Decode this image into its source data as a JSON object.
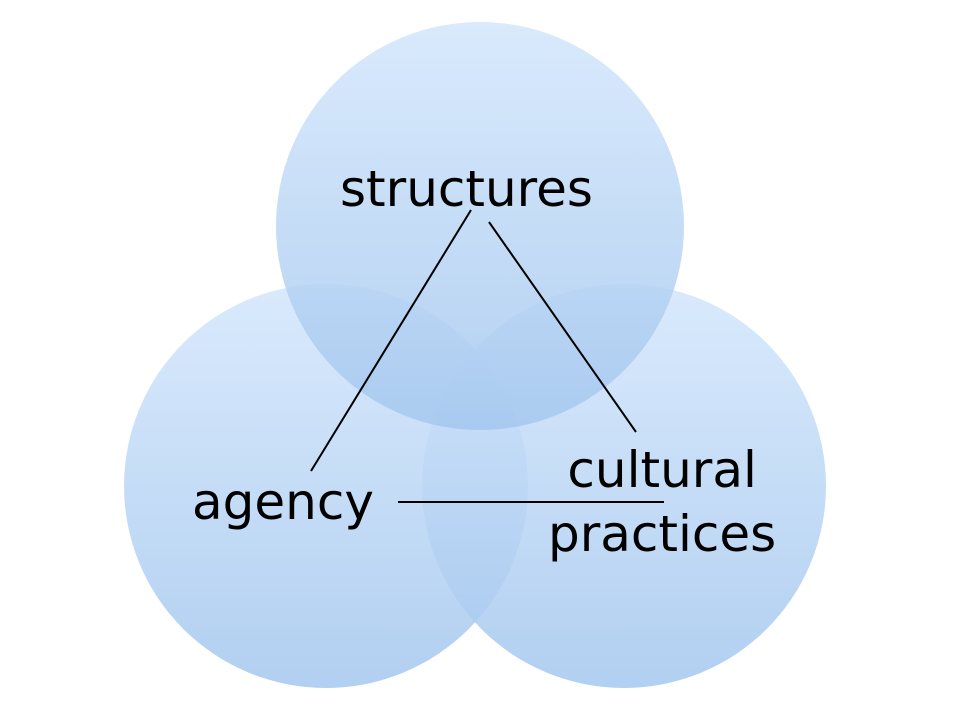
{
  "diagram": {
    "nodes": {
      "structures": "structures",
      "agency": "agency",
      "cultural_line1": "cultural",
      "cultural_line2": "practices"
    },
    "connections": [
      [
        "structures",
        "agency"
      ],
      [
        "structures",
        "cultural practices"
      ],
      [
        "agency",
        "cultural practices"
      ]
    ],
    "colors": {
      "circle_fill_top": "#cfe3fb",
      "circle_fill_bottom": "#a7c9ef",
      "overlap_tint": "#5f9fe3",
      "line": "#000000",
      "text": "#000000"
    }
  }
}
